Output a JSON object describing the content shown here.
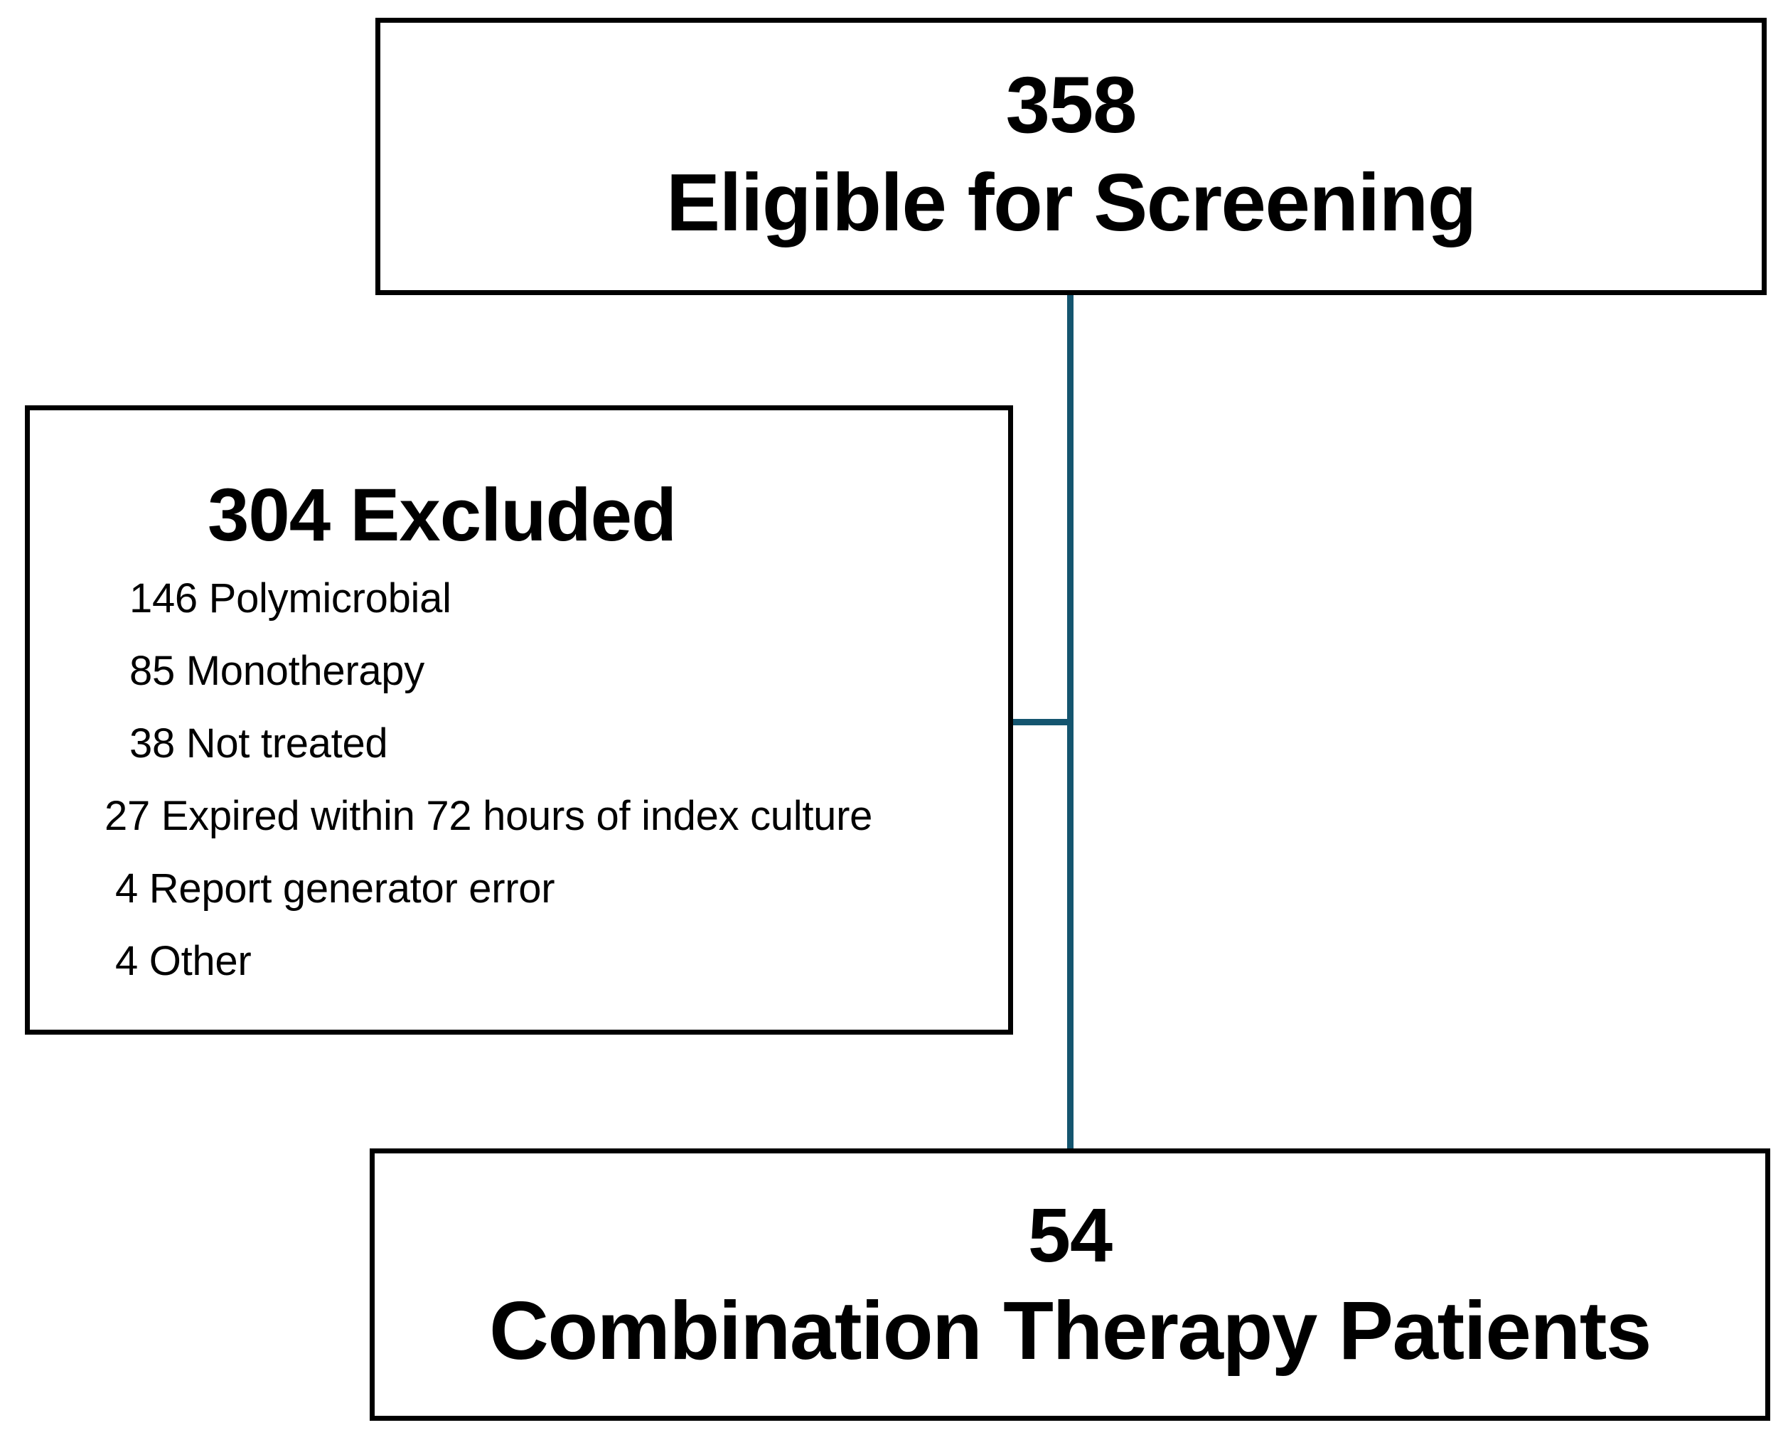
{
  "diagram": {
    "type": "patient-flow-diagram",
    "line_color": "#14556f",
    "border_color": "#000000",
    "background_color": "#ffffff"
  },
  "screening": {
    "count": "358",
    "label": "Eligible for Screening"
  },
  "excluded": {
    "heading": "304 Excluded",
    "count": "304",
    "reasons": [
      {
        "count": "146",
        "reason": "Polymicrobial",
        "text": "146 Polymicrobial"
      },
      {
        "count": "85",
        "reason": "Monotherapy",
        "text": "85 Monotherapy"
      },
      {
        "count": "38",
        "reason": "Not treated",
        "text": "38 Not treated"
      },
      {
        "count": "27",
        "reason": "Expired within 72 hours of index culture",
        "text": "27 Expired within 72 hours of index culture"
      },
      {
        "count": "4",
        "reason": "Report generator error",
        "text": "4 Report generator error"
      },
      {
        "count": "4",
        "reason": "Other",
        "text": "4 Other"
      }
    ]
  },
  "outcome": {
    "count": "54",
    "label": "Combination Therapy Patients"
  }
}
